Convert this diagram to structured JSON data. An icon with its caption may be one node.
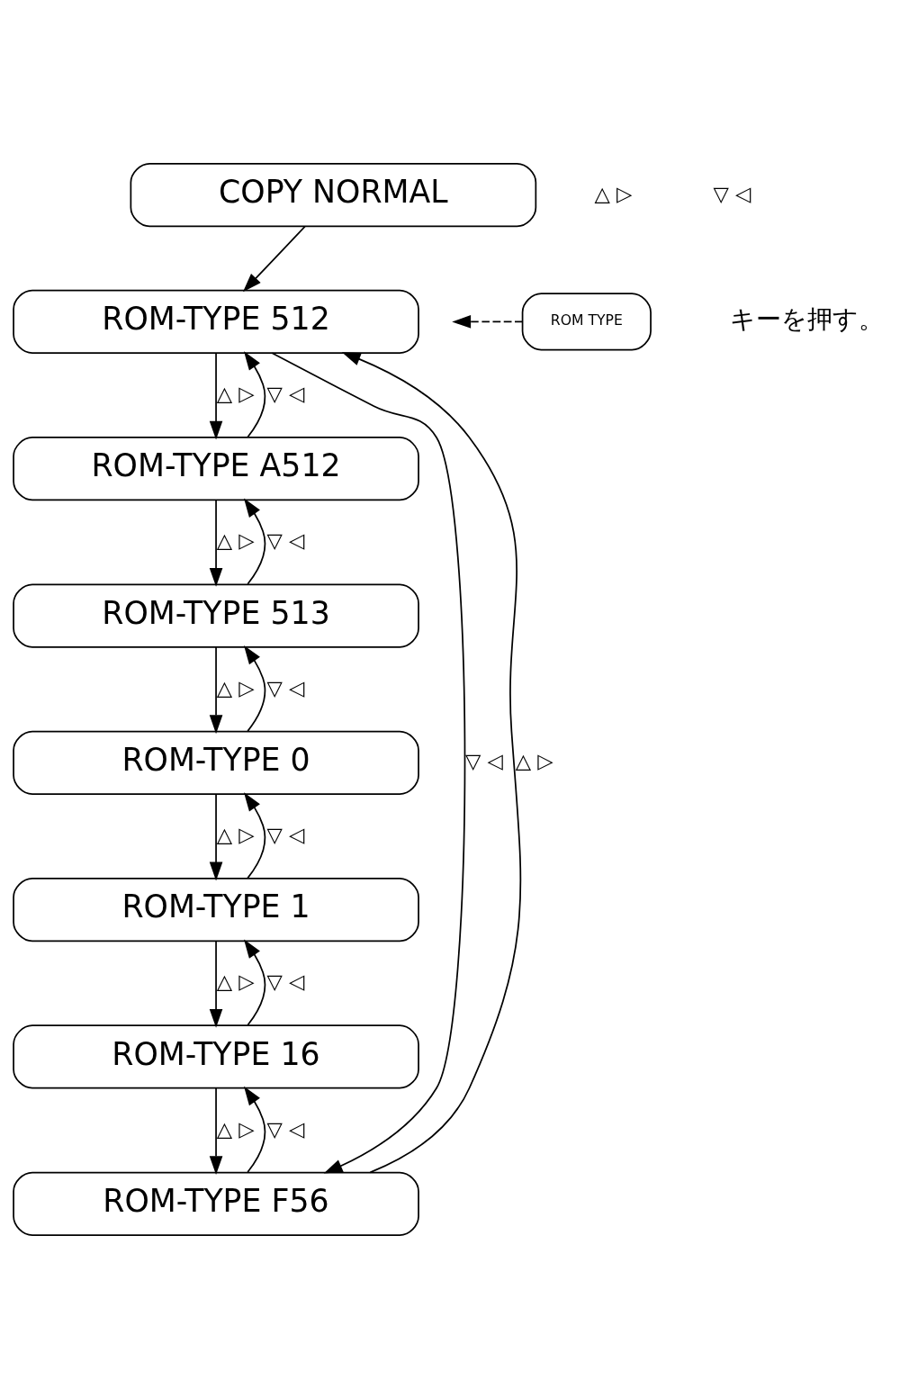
{
  "diagram": {
    "nodes": [
      {
        "text": [
          "COPY NORMAL"
        ]
      },
      {
        "text": [
          "ROM-TYPE 512"
        ]
      },
      {
        "text": [
          "ROM-TYPE A512"
        ]
      },
      {
        "text": [
          "ROM-TYPE 513"
        ]
      },
      {
        "text": [
          "ROM-TYPE 0"
        ]
      },
      {
        "text": [
          "ROM-TYPE 1"
        ]
      },
      {
        "text": [
          "ROM-TYPE 16"
        ]
      },
      {
        "text": [
          "ROM-TYPE F56"
        ]
      },
      {
        "text": [
          "ROM TYPE"
        ],
        "beside": [
          "キーを押す。"
        ]
      }
    ],
    "edges": [
      {
        "from": 0,
        "to": 1,
        "arrow": "to"
      },
      {
        "from": 8,
        "to": null,
        "arrow": "to",
        "style": "dashed"
      },
      {
        "from": 1,
        "to": 7,
        "arrow": "to",
        "label": "▽ ◁"
      },
      {
        "from": 7,
        "to": 1,
        "arrow": "to",
        "label": "△ ▷"
      },
      {
        "from": 1,
        "to": 2,
        "arrow": "to",
        "label": "△ ▷"
      },
      {
        "from": 2,
        "to": 1,
        "arrow": "to",
        "label": "▽ ◁"
      },
      {
        "from": 2,
        "to": 3,
        "arrow": "to",
        "label": "△ ▷"
      },
      {
        "from": 3,
        "to": 2,
        "arrow": "to",
        "label": "▽ ◁"
      },
      {
        "from": 3,
        "to": 4,
        "arrow": "to",
        "label": "△ ▷"
      },
      {
        "from": 4,
        "to": 3,
        "arrow": "to",
        "label": "▽ ◁"
      },
      {
        "from": 4,
        "to": 5,
        "arrow": "to",
        "label": "△ ▷"
      },
      {
        "from": 5,
        "to": 4,
        "arrow": "to",
        "label": "▽ ◁"
      },
      {
        "from": 5,
        "to": 6,
        "arrow": "to",
        "label": "△ ▷"
      },
      {
        "from": 6,
        "to": 5,
        "arrow": "to",
        "label": "▽ ◁"
      },
      {
        "from": 6,
        "to": 7,
        "arrow": "to",
        "label": "△ ▷"
      },
      {
        "from": 7,
        "to": 6,
        "arrow": "to",
        "label": "▽ ◁"
      }
    ],
    "labels": [
      "△ ▷",
      "▽ ◁"
    ]
  }
}
